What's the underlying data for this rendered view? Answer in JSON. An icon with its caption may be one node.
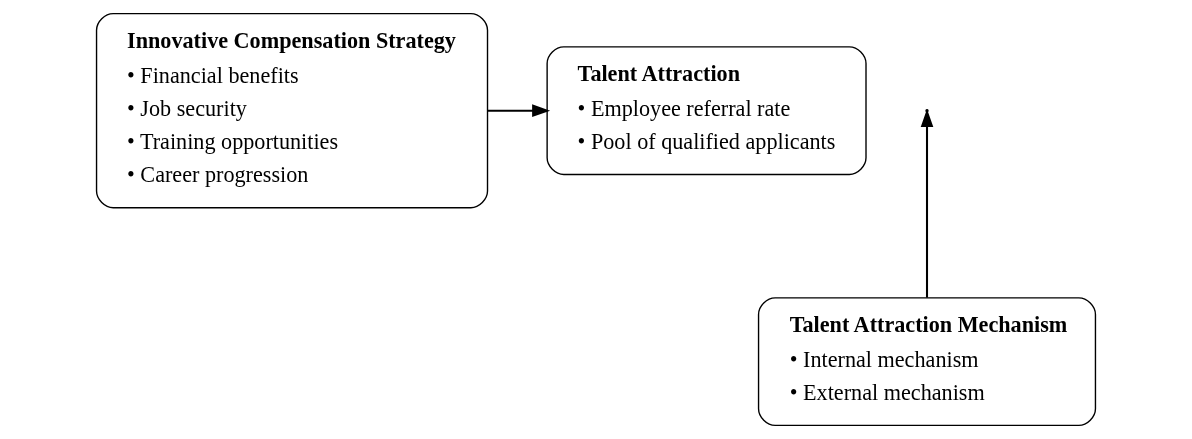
{
  "diagram": {
    "nodes": [
      {
        "text": [
          "Innovative Compensation Strategy",
          "• Financial benefits",
          "• Job security",
          "• Training opportunities",
          "• Career progression"
        ]
      },
      {
        "text": [
          "Talent Attraction",
          "• Employee referral rate",
          "• Pool of qualified applicants"
        ]
      },
      {
        "text": [
          "Talent Attraction Mechanism",
          "• Internal mechanism",
          "• External mechanism"
        ]
      }
    ],
    "edges": [
      {
        "from": 0,
        "to": 1,
        "arrow": "to"
      },
      {
        "from": 2,
        "to": null,
        "arrow": "to"
      }
    ]
  }
}
